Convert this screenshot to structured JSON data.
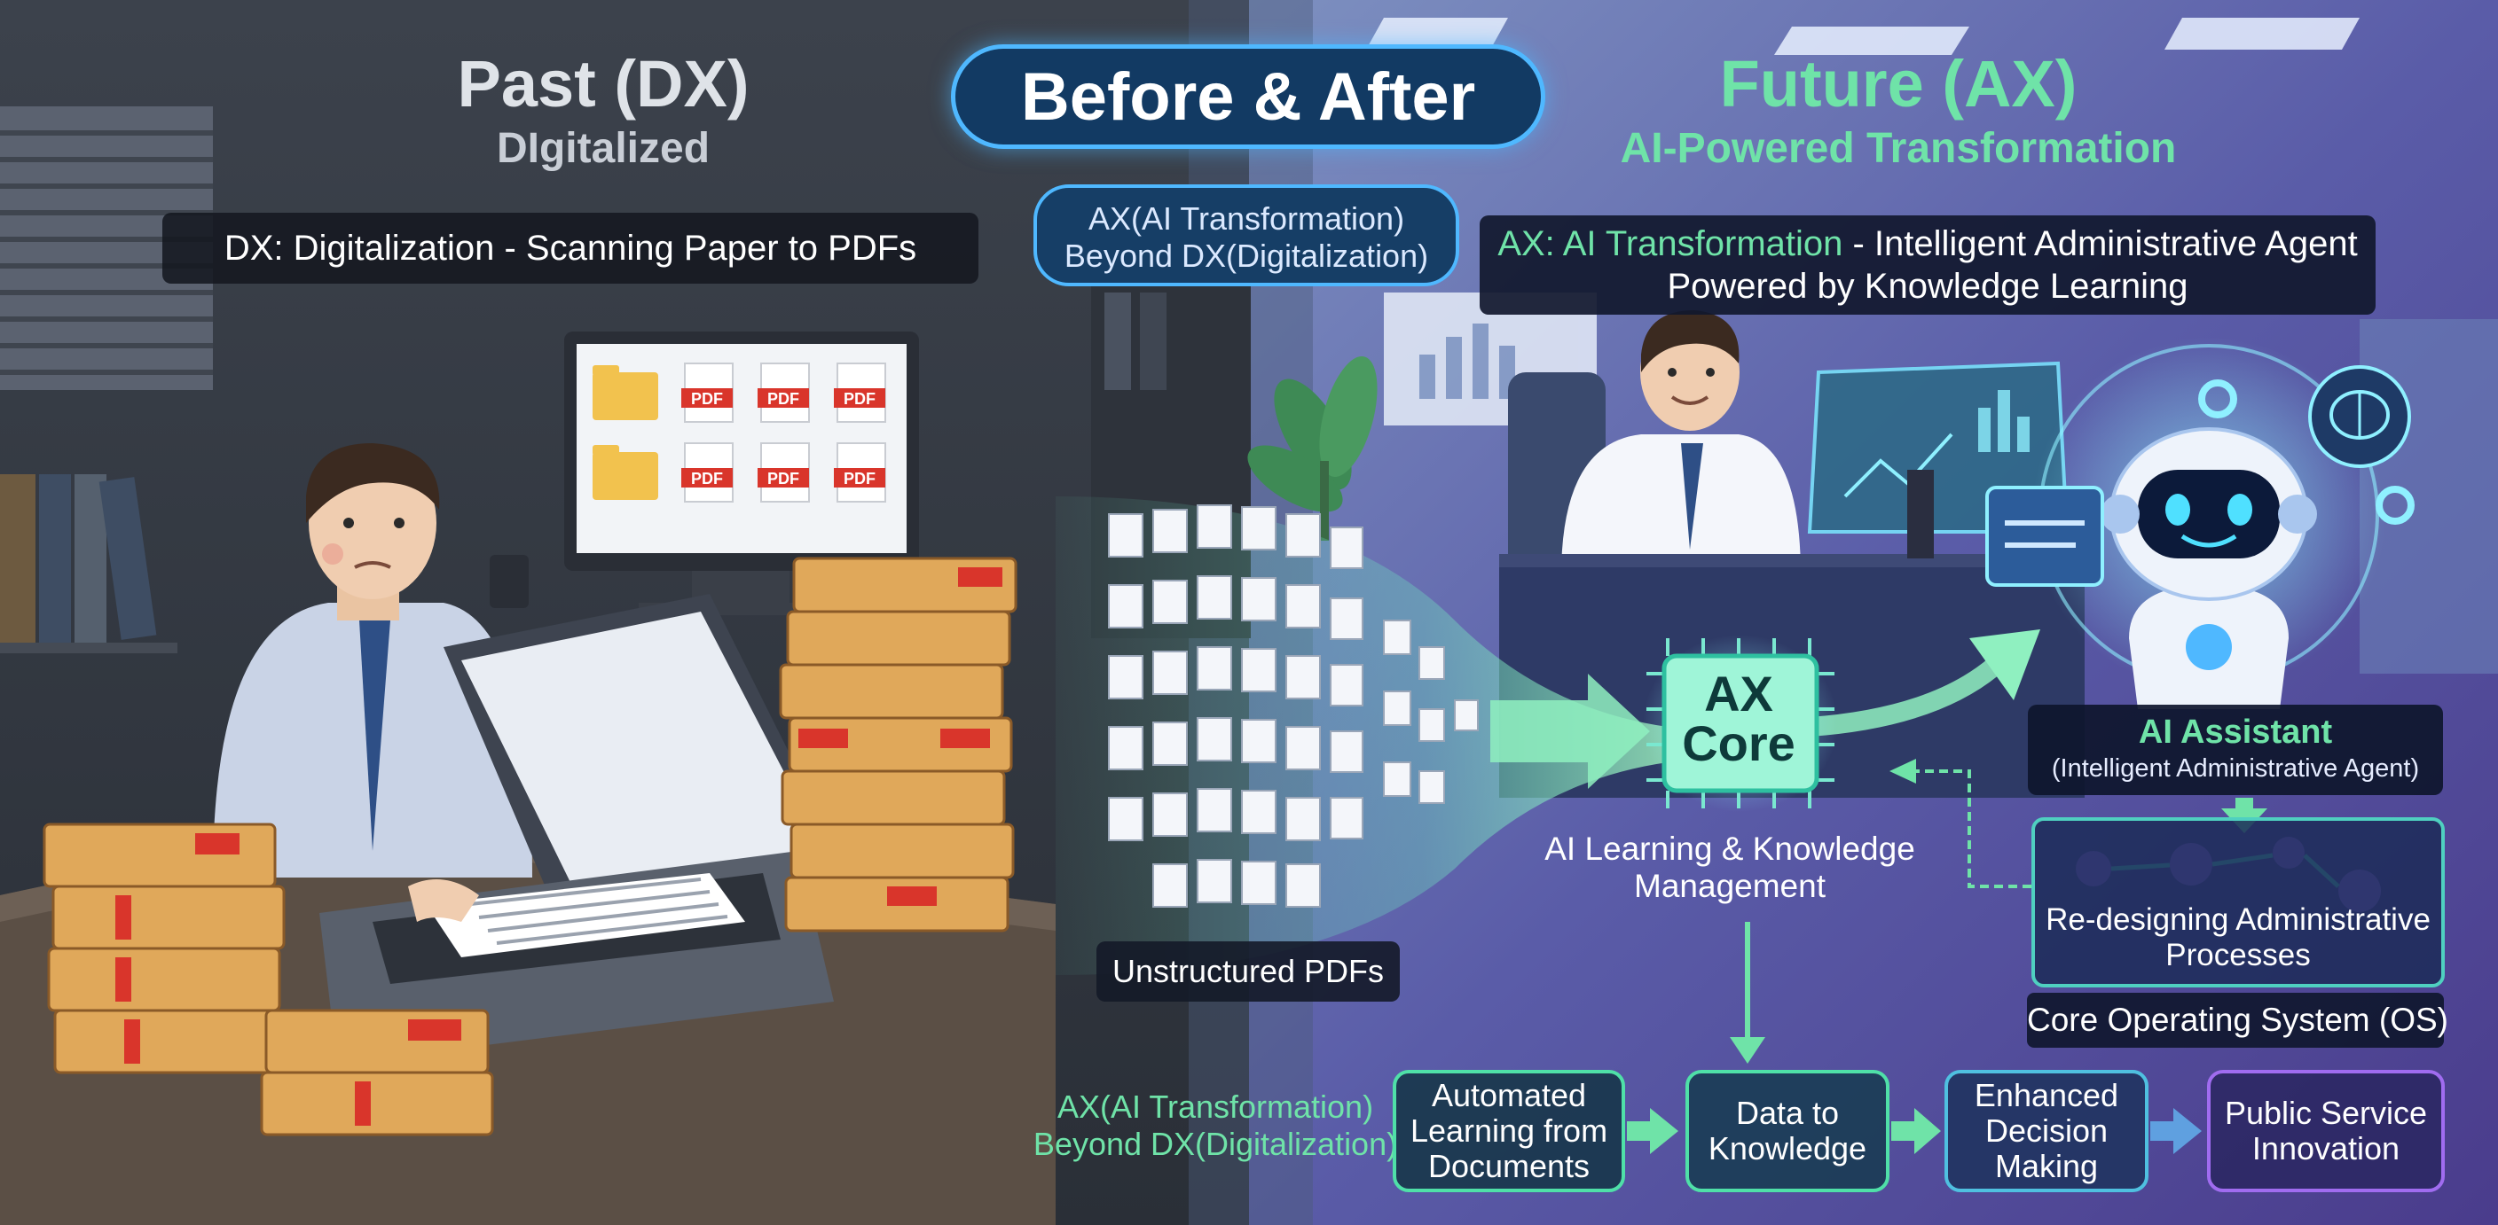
{
  "header": {
    "center_title": "Before & After",
    "center_bubble": "AX(AI Transformation) Beyond DX(Digitalization)"
  },
  "past": {
    "title": "Past (DX)",
    "subtitle": "DIgitalized",
    "banner": "DX: Digitalization - Scanning Paper to PDFs",
    "pdf_label": "PDF"
  },
  "future": {
    "title": "Future (AX)",
    "subtitle": "AI-Powered Transformation",
    "banner_highlight": "AX: AI Transformation",
    "banner_rest": " - Intelligent Administrative Agent Powered by Knowledge Learning"
  },
  "core": {
    "label_line1": "AX",
    "label_line2": "Core",
    "caption": "AI Learning & Knowledge Management"
  },
  "unstructured_label": "Unstructured PDFs",
  "assistant": {
    "title": "AI Assistant",
    "subtitle": "(Intelligent Administrative Agent)"
  },
  "redesign": {
    "text": "Re-designing Administrative Processes"
  },
  "os_label": "Core Operating System (OS)",
  "flow": {
    "left_caption": "AX(AI Transformation) Beyond DX(Digitalization)",
    "steps": [
      "Automated Learning from Documents",
      "Data to Knowledge",
      "Enhanced Decision Making",
      "Public Service Innovation"
    ]
  },
  "colors": {
    "accent_green": "#6fe3a8",
    "accent_blue": "#4fb8ff",
    "accent_purple": "#a06cf0",
    "pdf_red": "#d9352b"
  }
}
